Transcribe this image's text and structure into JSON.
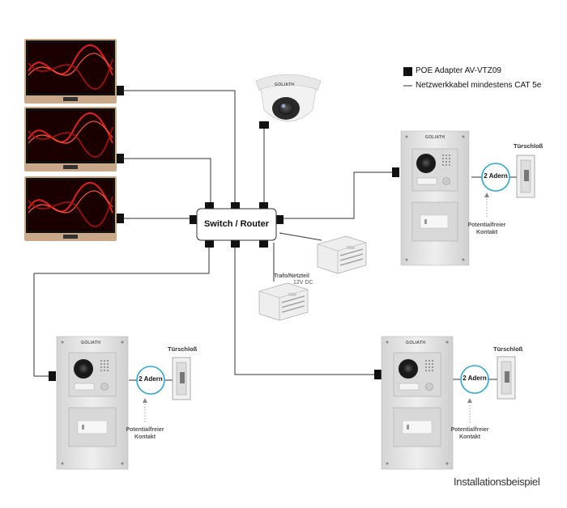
{
  "legend": {
    "poe_adapter": "POE Adapter AV-VTZ09",
    "network_cable": "Netzwerkkabel mindestens CAT 5e"
  },
  "switch_label": "Switch / Router",
  "psu_label": "Trafo/Netzteil",
  "psu_sub": "12V DC",
  "lock_label": "Türschloß",
  "wires_label": "2 Adern",
  "contact_label_1": "Potentialfreier",
  "contact_label_2": "Kontakt",
  "camera_brand": "GOLIATH",
  "panel_brand": "GOLIATH",
  "caption": "Installationsbeispiel",
  "colors": {
    "line": "#333333",
    "lock_ring": "#2aa7d6",
    "monitor_frame": "#c9a98a",
    "panel": "#e3e3e3"
  }
}
